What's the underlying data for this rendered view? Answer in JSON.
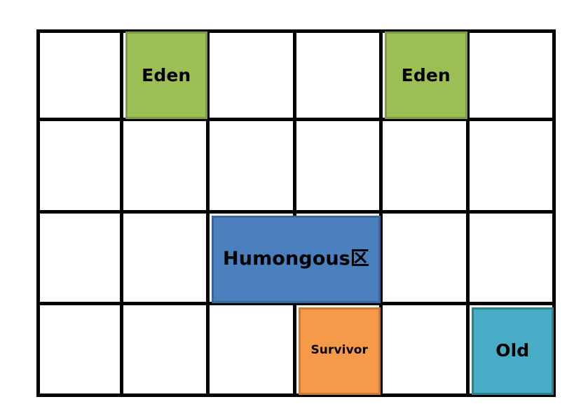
{
  "canvas": {
    "background": "#ffffff",
    "grid_line_color": "#000000",
    "columns": 6,
    "rows": 4
  },
  "palette": {
    "green": "#9BBE55",
    "green_border": "#7E9B45",
    "blue": "#4A80BE",
    "blue_border": "#3A6699",
    "orange": "#F59A4B",
    "orange_border": "#C97B33",
    "teal": "#49ACC6",
    "teal_border": "#31808F",
    "white": "#ffffff",
    "text": "#000000"
  },
  "regions": [
    {
      "id": "eden-left",
      "label": "Eden",
      "color_key": "green",
      "fill": "#9BBE55",
      "border": "#7E9B45",
      "row": 1,
      "column": 2,
      "col_span": 1,
      "row_span": 1,
      "text_size": "sz-md"
    },
    {
      "id": "eden-right",
      "label": "Eden",
      "color_key": "green",
      "fill": "#9BBE55",
      "border": "#7E9B45",
      "row": 1,
      "column": 5,
      "col_span": 1,
      "row_span": 1,
      "text_size": "sz-md"
    },
    {
      "id": "humongous-ku",
      "label": "Humongous区",
      "color_key": "blue",
      "fill": "#4A80BE",
      "border": "#3A6699",
      "row": 3,
      "column": 3,
      "col_span": 2,
      "row_span": 1,
      "text_size": "sz-lg"
    },
    {
      "id": "survivor",
      "label": "Survivor",
      "color_key": "orange",
      "fill": "#F59A4B",
      "border": "#C97B33",
      "row": 4,
      "column": 4,
      "col_span": 1,
      "row_span": 1,
      "text_size": "sz-sm"
    },
    {
      "id": "old",
      "label": "Old",
      "color_key": "teal",
      "fill": "#49ACC6",
      "border": "#31808F",
      "row": 4,
      "column": 6,
      "col_span": 1,
      "row_span": 1,
      "text_size": "sz-md"
    }
  ]
}
